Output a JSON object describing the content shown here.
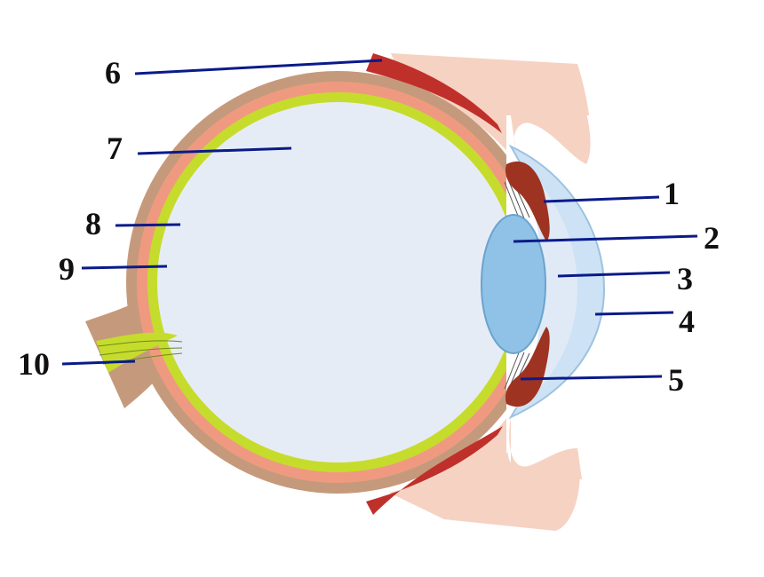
{
  "diagram": {
    "labels": [
      {
        "id": "6",
        "text": "6"
      },
      {
        "id": "7",
        "text": "7"
      },
      {
        "id": "8",
        "text": "8"
      },
      {
        "id": "9",
        "text": "9"
      },
      {
        "id": "10",
        "text": "10"
      },
      {
        "id": "1",
        "text": "1"
      },
      {
        "id": "2",
        "text": "2"
      },
      {
        "id": "3",
        "text": "3"
      },
      {
        "id": "4",
        "text": "4"
      },
      {
        "id": "5",
        "text": "5"
      }
    ]
  },
  "colors": {
    "skin": "#f6d2c2",
    "sclera": "#c59a7c",
    "choroid": "#ef9a80",
    "retina": "#c6dc2c",
    "vitreous": "#e6ecf6",
    "lens": "#8fc2e6",
    "cornea": "#cde2f4",
    "muscle": "#c0302a",
    "iris": "#9e3322",
    "leader": "#0a1a8a"
  }
}
